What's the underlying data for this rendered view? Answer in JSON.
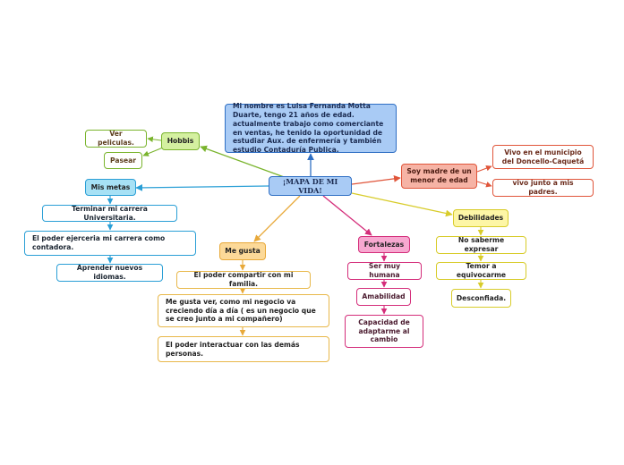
{
  "colors": {
    "center": "#2f6fc4",
    "hobbis": "#7ab42d",
    "metas": "#2a9fd6",
    "madre": "#e0553a",
    "megusta": "#e8a93a",
    "fortalezas": "#d42d7a",
    "debilidades": "#d8cc2a"
  },
  "map": {
    "center": "¡MAPA DE MI VIDA!",
    "intro": "Mi nombre es Luisa Fernanda Motta Duarte, tengo 21 años de edad. actualmente trabajo como comerciante en ventas, he tenido la oportunidad de estudiar Aux. de enfermería y también estudio Contaduría Publica.",
    "hobbis": {
      "label": "Hobbis",
      "items": [
        "Ver peliculas.",
        "Pasear"
      ]
    },
    "metas": {
      "label": "Mis metas",
      "items": [
        "Terminar mi carrera Universitaria.",
        "El poder ejerceria mi carrera como contadora.",
        "Aprender nuevos idiomas."
      ]
    },
    "madre": {
      "label": "Soy madre de un menor de edad",
      "items": [
        "Vivo en el municipio del Doncello-Caquetá",
        "vivo junto a mis padres."
      ]
    },
    "megusta": {
      "label": "Me gusta",
      "items": [
        "El poder compartir con mi familia.",
        "Me gusta ver, como mi negocio va creciendo día a día ( es un negocio que se creo junto a mi compañero)",
        "El poder interactuar con las demás personas."
      ]
    },
    "fortalezas": {
      "label": "Fortalezas",
      "items": [
        "Ser muy humana",
        "Amabilidad",
        "Capacidad de adaptarme al cambio"
      ]
    },
    "debilidades": {
      "label": "Debilidades",
      "items": [
        "No saberme expresar",
        "Temor a equivocarme",
        "Desconfiada."
      ]
    }
  }
}
